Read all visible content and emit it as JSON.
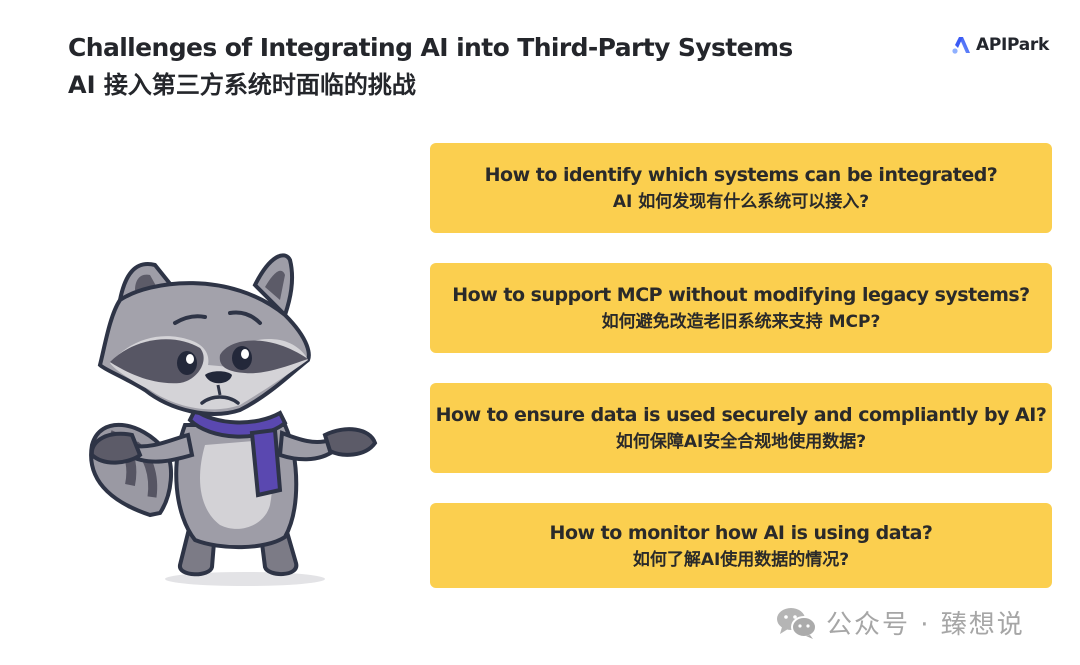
{
  "header": {
    "title_en": "Challenges of Integrating AI into Third-Party Systems",
    "title_zh": "AI 接入第三方系统时面临的挑战"
  },
  "brand": {
    "name": "APIPark",
    "logo_icon": "apipark-logo-icon",
    "logo_color": "#3b5bf5"
  },
  "challenges": [
    {
      "en": "How to identify which systems can be integrated?",
      "zh": "AI 如何发现有什么系统可以接入?"
    },
    {
      "en": "How to support MCP without modifying legacy systems?",
      "zh": "如何避免改造老旧系统来支持 MCP?"
    },
    {
      "en": "How to ensure data is used securely and compliantly by AI?",
      "zh": "如何保障AI安全合规地使用数据?"
    },
    {
      "en": "How to monitor how AI is using data?",
      "zh": "如何了解AI使用数据的情况?"
    }
  ],
  "illustration": {
    "subject": "confused-raccoon-shrugging",
    "scarf_color": "#5a48b0"
  },
  "watermark": {
    "icon": "wechat-icon",
    "text": "公众号 · 臻想说"
  },
  "colors": {
    "card_bg": "#fbcf4f",
    "text": "#24262b",
    "watermark": "#a6a6a6"
  }
}
